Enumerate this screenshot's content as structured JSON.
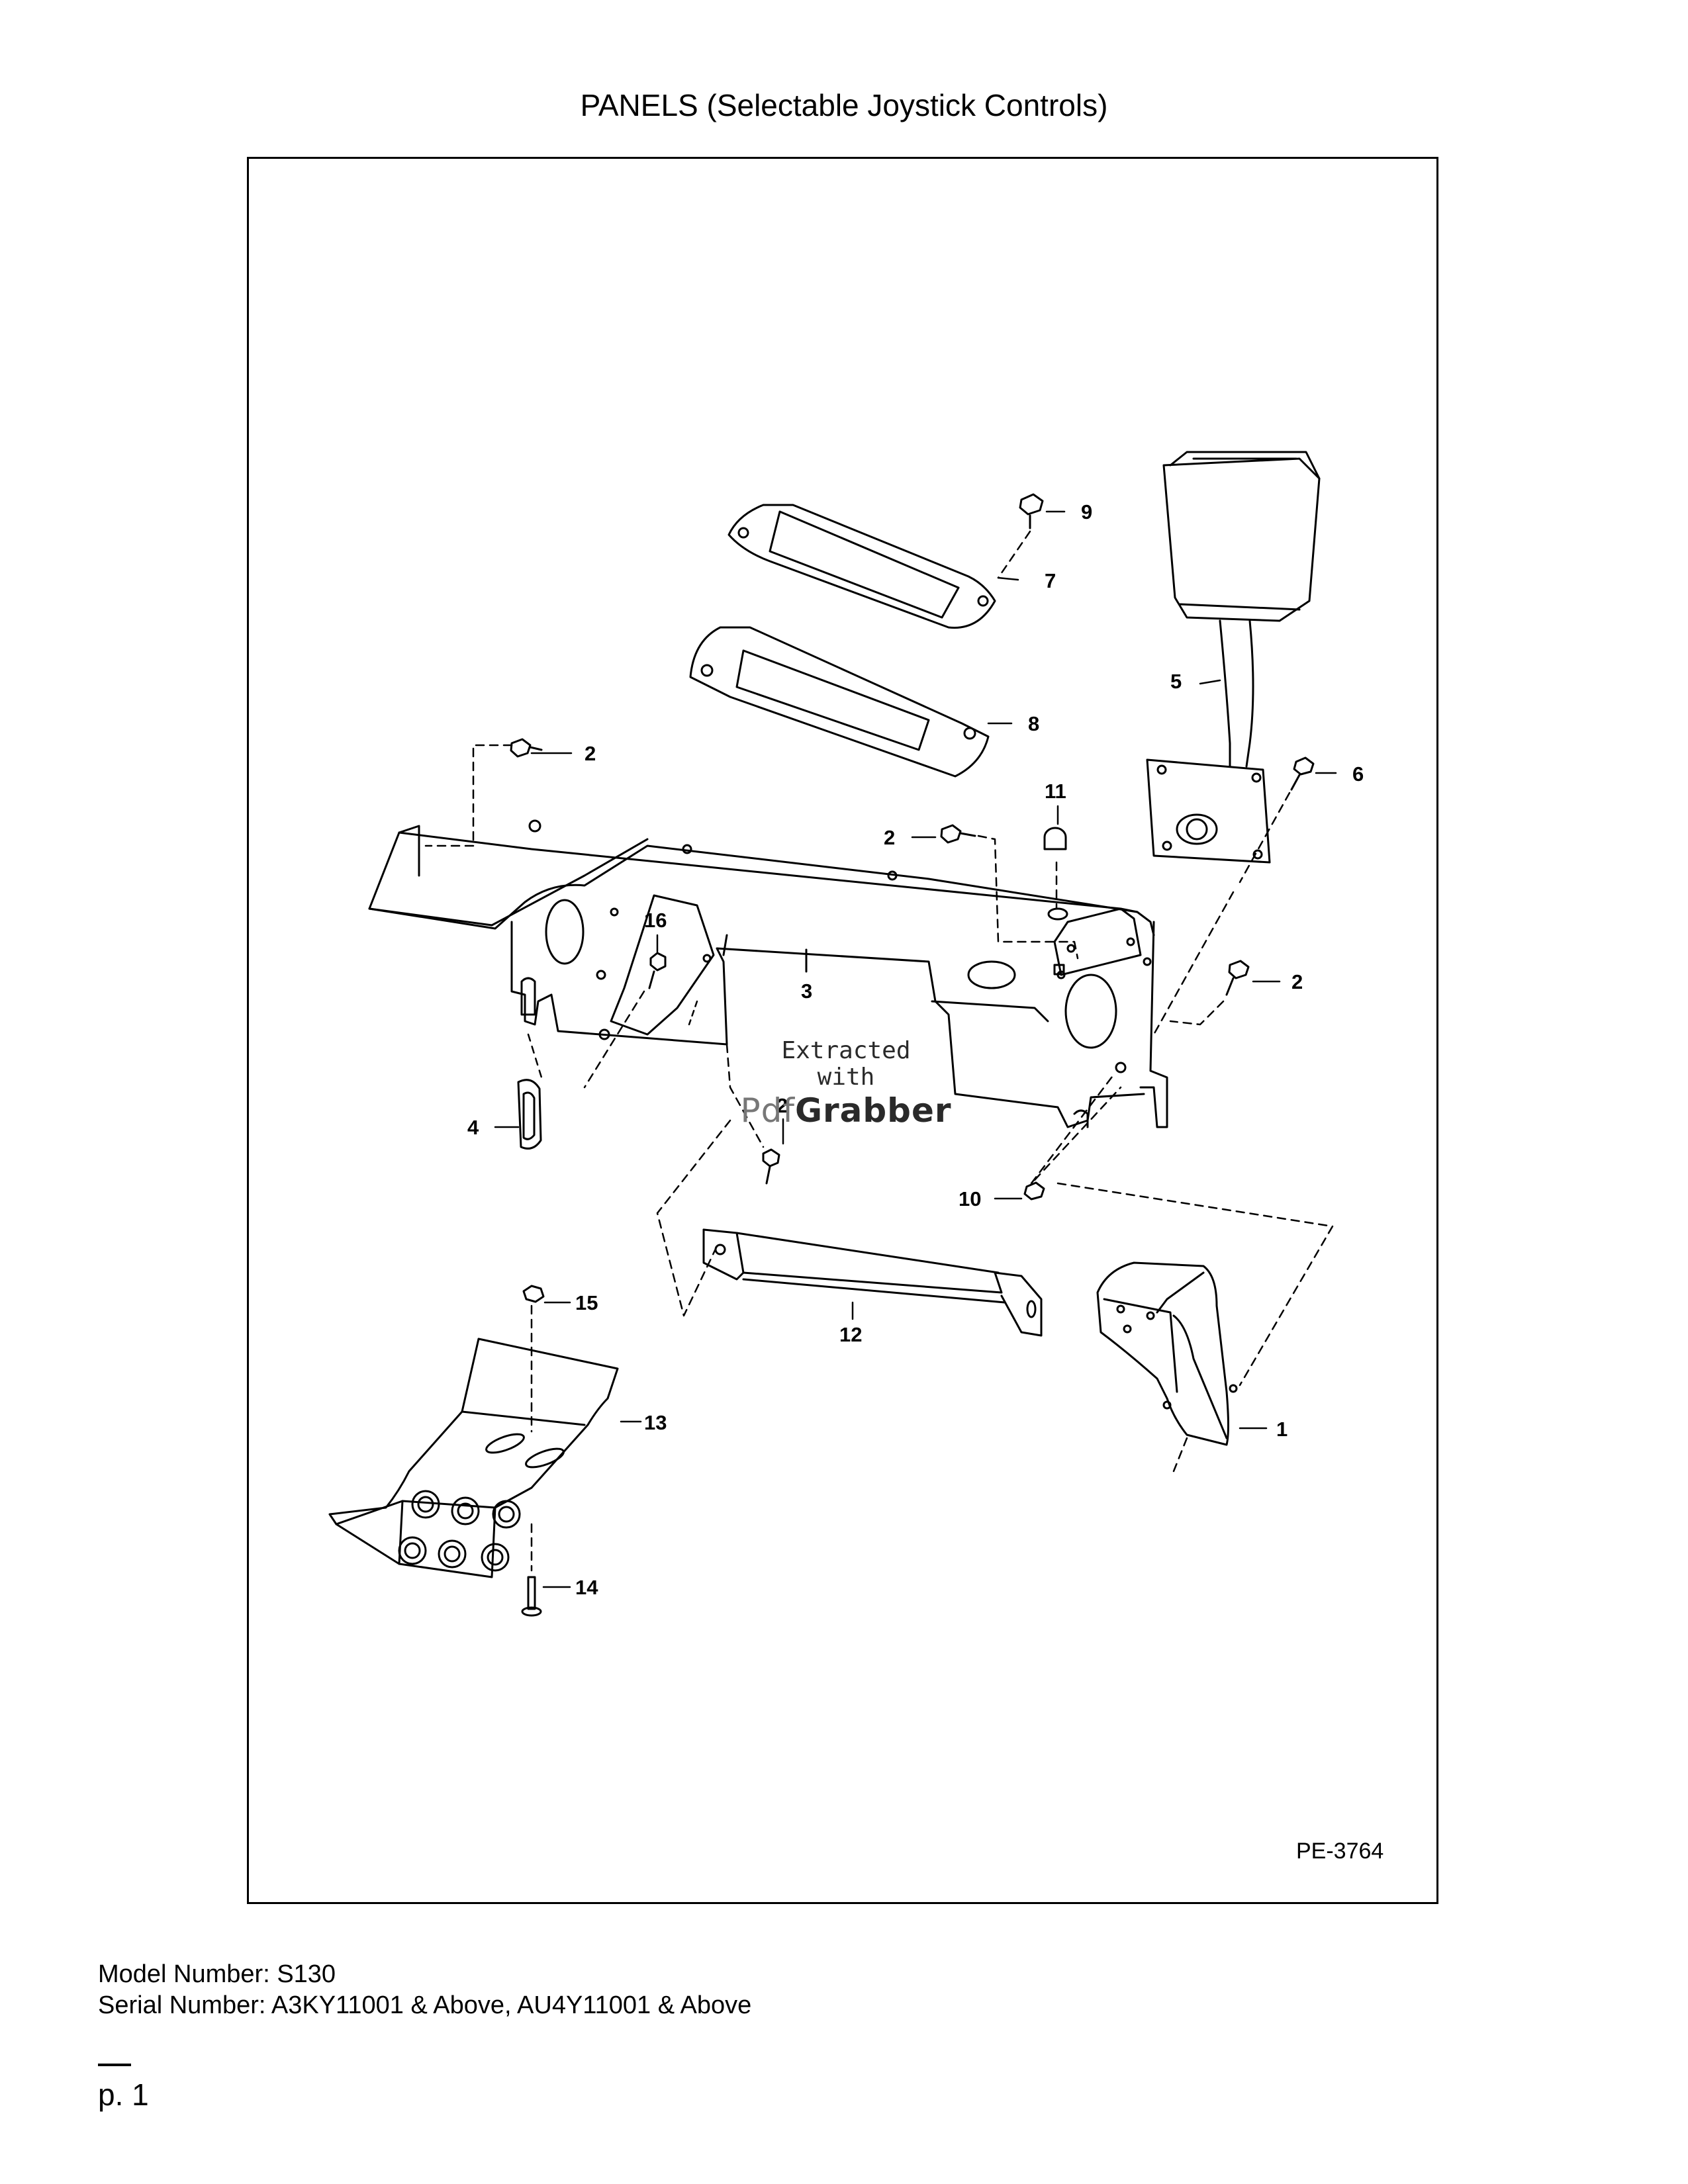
{
  "title": "PANELS (Selectable Joystick Controls)",
  "figure_id": "PE-3764",
  "callouts": [
    {
      "id": "c1",
      "text": "1"
    },
    {
      "id": "c2a",
      "text": "2"
    },
    {
      "id": "c2b",
      "text": "2"
    },
    {
      "id": "c2c",
      "text": "2"
    },
    {
      "id": "c2d",
      "text": "2"
    },
    {
      "id": "c3",
      "text": "3"
    },
    {
      "id": "c4",
      "text": "4"
    },
    {
      "id": "c5",
      "text": "5"
    },
    {
      "id": "c6",
      "text": "6"
    },
    {
      "id": "c7",
      "text": "7"
    },
    {
      "id": "c8",
      "text": "8"
    },
    {
      "id": "c9",
      "text": "9"
    },
    {
      "id": "c10",
      "text": "10"
    },
    {
      "id": "c11",
      "text": "11"
    },
    {
      "id": "c12",
      "text": "12"
    },
    {
      "id": "c13",
      "text": "13"
    },
    {
      "id": "c14",
      "text": "14"
    },
    {
      "id": "c15",
      "text": "15"
    },
    {
      "id": "c16",
      "text": "16"
    }
  ],
  "watermark": {
    "line1": "Extracted",
    "line2": "with",
    "brand_pdf": "Pdf",
    "brand_rest": "Grabber"
  },
  "model_number": "Model Number: S130",
  "serial_number": "Serial Number: A3KY11001 & Above, AU4Y11001 & Above",
  "page_number": "p. 1"
}
